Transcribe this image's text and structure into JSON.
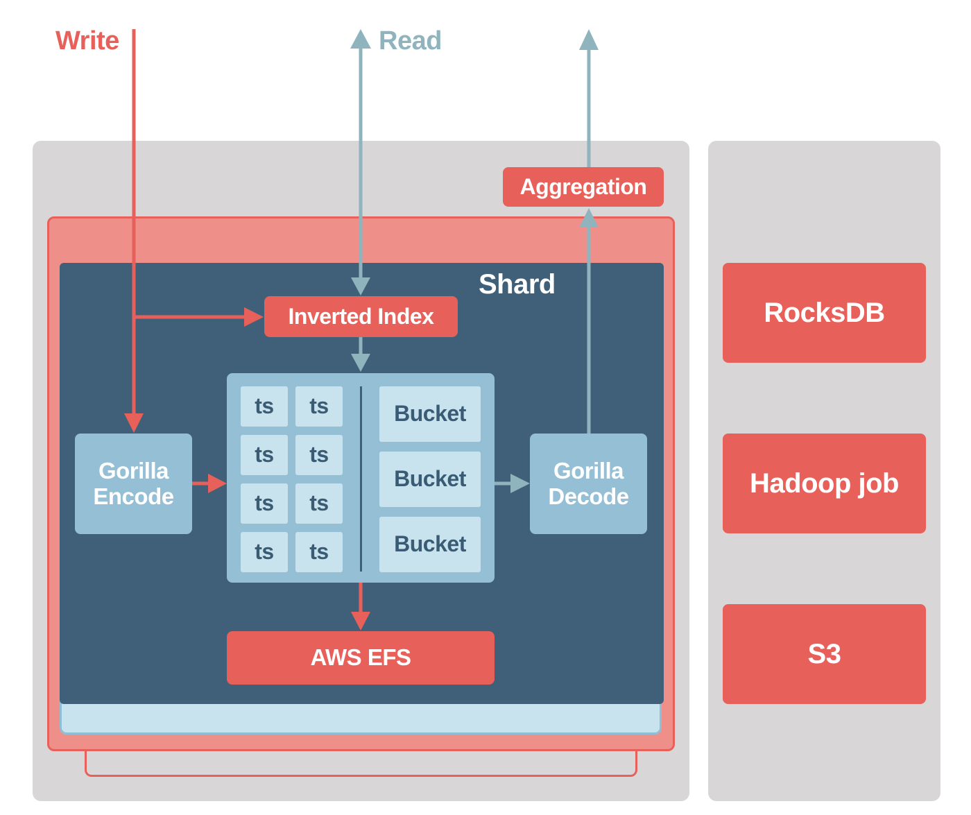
{
  "labels": {
    "write": "Write",
    "read": "Read",
    "shard": "Shard"
  },
  "boxes": {
    "aggregation": "Aggregation",
    "inverted_index": "Inverted Index",
    "gorilla_encode": "Gorilla\nEncode",
    "gorilla_decode": "Gorilla\nDecode",
    "aws_efs": "AWS EFS",
    "rocksdb": "RocksDB",
    "hadoop_job": "Hadoop job",
    "s3": "S3"
  },
  "ts_cells": [
    "ts",
    "ts",
    "ts",
    "ts",
    "ts",
    "ts",
    "ts",
    "ts"
  ],
  "buckets": [
    "Bucket",
    "Bucket",
    "Bucket"
  ],
  "colors": {
    "red": "#e8605a",
    "light_red": "#ee8f8a",
    "teal": "#8fb4be",
    "dark_blue": "#406079",
    "light_blue": "#95bfd4",
    "pale_blue": "#c9e3ee",
    "gray": "#d8d6d6"
  }
}
